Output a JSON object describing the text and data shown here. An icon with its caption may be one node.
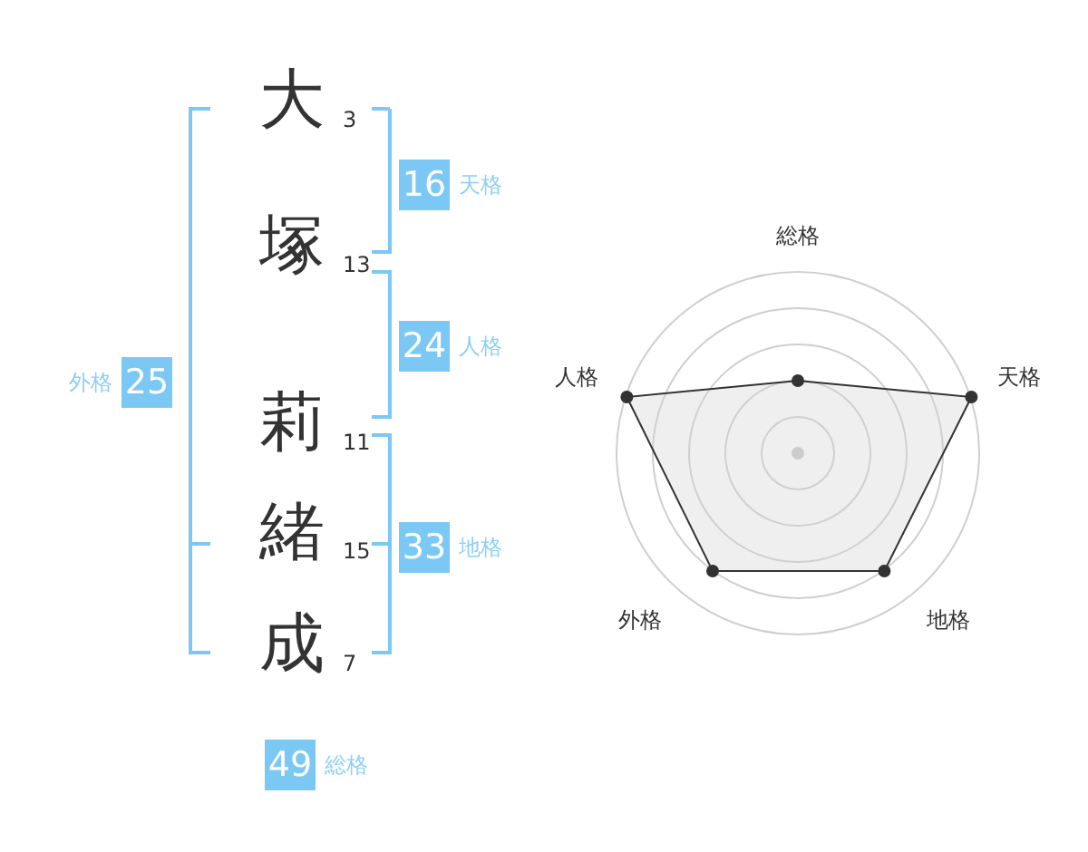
{
  "diagram": {
    "nodes": [
      {
        "text": [
          "大"
        ],
        "beside": [
          "3"
        ]
      },
      {
        "text": [
          "塚"
        ],
        "beside": [
          "13"
        ]
      },
      {
        "text": [
          "莉"
        ],
        "beside": [
          "11"
        ]
      },
      {
        "text": [
          "緒"
        ],
        "beside": [
          "15"
        ]
      },
      {
        "text": [
          "成"
        ],
        "beside": [
          "7"
        ]
      },
      {
        "text": [
          "16"
        ],
        "beside": [
          "天格"
        ]
      },
      {
        "text": [
          "24"
        ],
        "beside": [
          "人格"
        ]
      },
      {
        "text": [
          "33"
        ],
        "beside": [
          "地格"
        ]
      },
      {
        "text": [
          "25"
        ],
        "beside": [
          "外格"
        ]
      },
      {
        "text": [
          "49"
        ],
        "beside": [
          "総格"
        ]
      }
    ],
    "labels": [
      "総格",
      "人格",
      "天格",
      "外格",
      "地格"
    ]
  }
}
